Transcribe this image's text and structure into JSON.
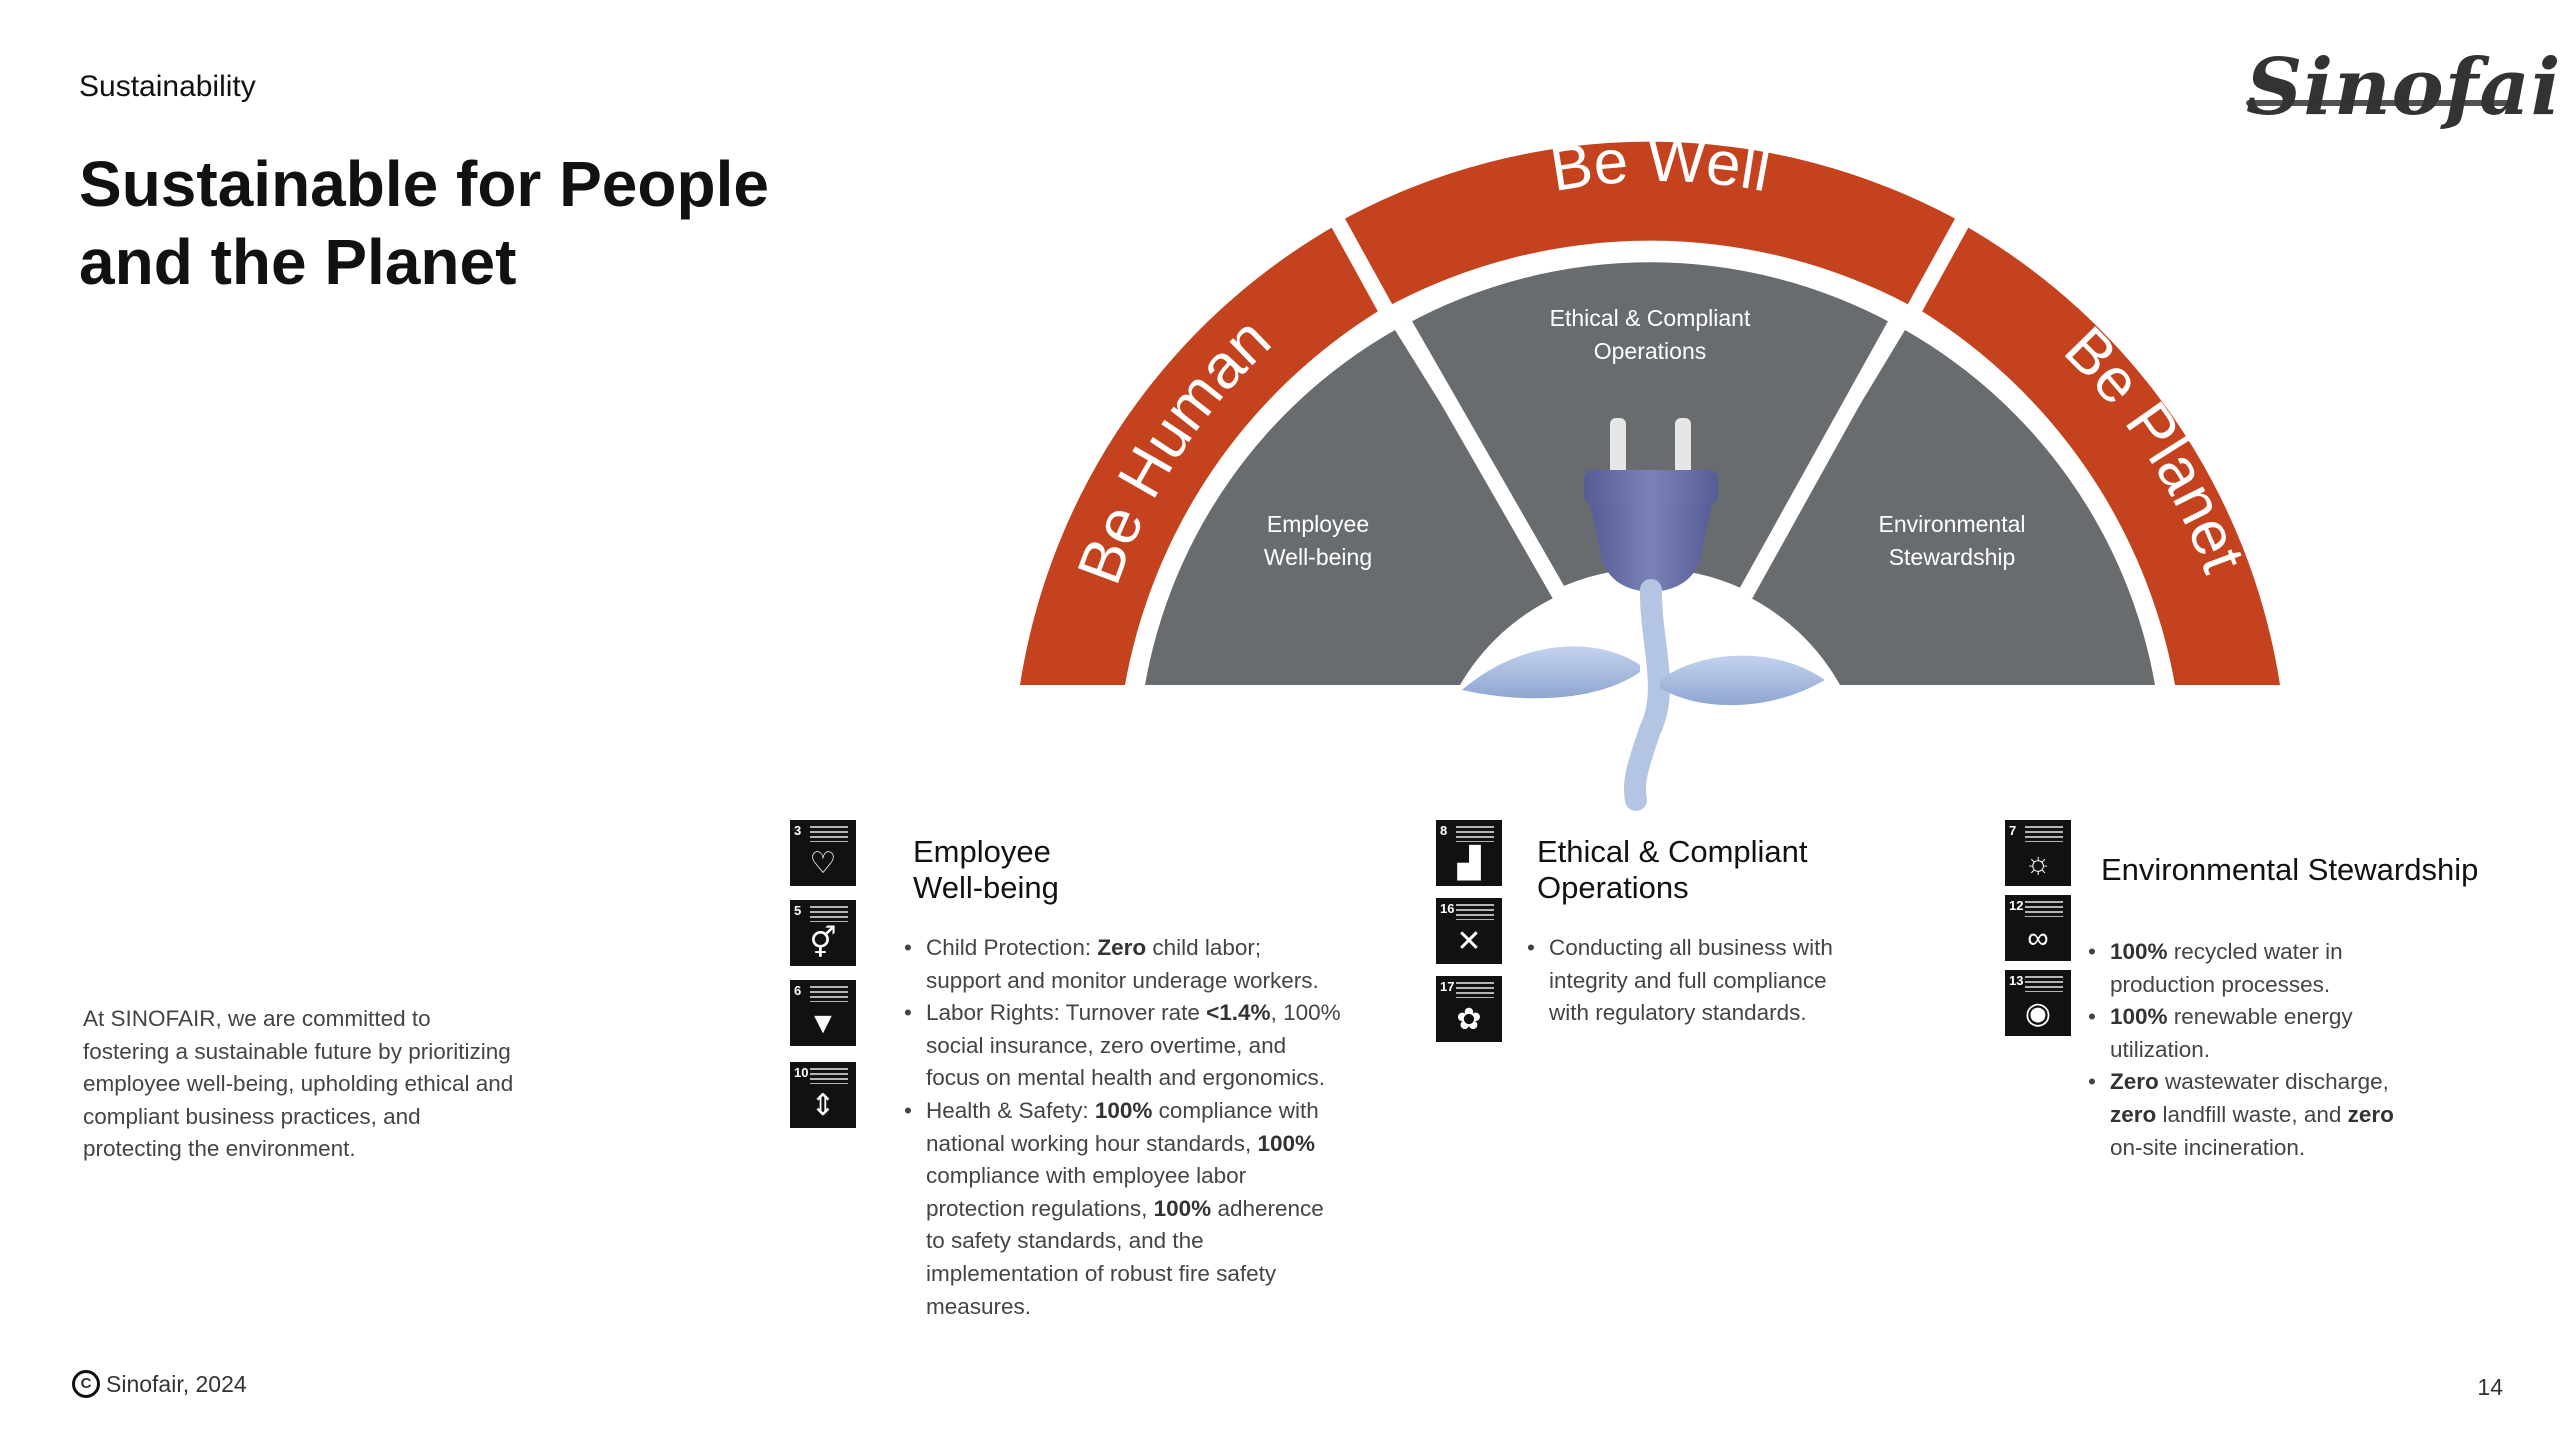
{
  "header": {
    "section": "Sustainability",
    "title_line1": "Sustainable for People",
    "title_line2": "and the Planet",
    "logo_text": "Sinofair"
  },
  "diagram": {
    "outer_labels": [
      "Be Human",
      "Be Well",
      "Be Planet"
    ],
    "inner": {
      "left": [
        "Employee",
        "Well-being"
      ],
      "center": [
        "Ethical & Compliant",
        "Operations"
      ],
      "right": [
        "Environmental",
        "Stewardship"
      ]
    },
    "colors": {
      "outer": "#c4421e",
      "inner": "#696c6f",
      "plug": "#6b72a6",
      "leaf": "#a9bddf"
    }
  },
  "intro": "At SINOFAIR, we are committed to fostering a sustainable future by prioritizing employee well-being, upholding ethical and compliant business practices, and protecting the environment.",
  "columns": [
    {
      "title_line1": "Employee",
      "title_line2": "Well-being",
      "sdg_icons": [
        {
          "num": "3",
          "icon": "heartbeat-icon",
          "glyph": "♡"
        },
        {
          "num": "5",
          "icon": "gender-equality-icon",
          "glyph": "⚥"
        },
        {
          "num": "6",
          "icon": "clean-water-icon",
          "glyph": "▼"
        },
        {
          "num": "10",
          "icon": "reduced-inequalities-icon",
          "glyph": "⇕"
        }
      ],
      "bullets": [
        [
          {
            "t": "Child Protection: "
          },
          {
            "t": "Zero",
            "b": true
          },
          {
            "t": " child labor; support and monitor underage workers."
          }
        ],
        [
          {
            "t": "Labor Rights: Turnover rate "
          },
          {
            "t": "<1.4%",
            "b": true
          },
          {
            "t": ", 100% social insurance, zero overtime, and focus on mental health and ergonomics."
          }
        ],
        [
          {
            "t": "Health & Safety: "
          },
          {
            "t": "100%",
            "b": true
          },
          {
            "t": " compliance with national working hour standards, "
          },
          {
            "t": "100%",
            "b": true
          },
          {
            "t": " compliance with employee labor protection regulations, "
          },
          {
            "t": "100%",
            "b": true
          },
          {
            "t": " adherence to safety standards, and the implementation of robust fire safety measures."
          }
        ]
      ]
    },
    {
      "title_line1": "Ethical & Compliant",
      "title_line2": "Operations",
      "sdg_icons": [
        {
          "num": "8",
          "icon": "economic-growth-icon",
          "glyph": "▟"
        },
        {
          "num": "16",
          "icon": "peace-justice-icon",
          "glyph": "✕"
        },
        {
          "num": "17",
          "icon": "partnerships-icon",
          "glyph": "✿"
        }
      ],
      "bullets": [
        [
          {
            "t": "Conducting all business with integrity and full compliance with regulatory standards."
          }
        ]
      ]
    },
    {
      "title_line1": "Environmental Stewardship",
      "title_line2": "",
      "sdg_icons": [
        {
          "num": "7",
          "icon": "clean-energy-icon",
          "glyph": "☼"
        },
        {
          "num": "12",
          "icon": "responsible-consumption-icon",
          "glyph": "∞"
        },
        {
          "num": "13",
          "icon": "climate-action-icon",
          "glyph": "◉"
        }
      ],
      "bullets": [
        [
          {
            "t": "100%",
            "b": true
          },
          {
            "t": " recycled water in production processes."
          }
        ],
        [
          {
            "t": "100%",
            "b": true
          },
          {
            "t": " renewable energy utilization."
          }
        ],
        [
          {
            "t": "Zero",
            "b": true
          },
          {
            "t": " wastewater discharge, "
          },
          {
            "t": "zero",
            "b": true
          },
          {
            "t": " landfill waste, and "
          },
          {
            "t": "zero",
            "b": true
          },
          {
            "t": " on-site incineration."
          }
        ]
      ]
    }
  ],
  "footer": {
    "copyright_symbol": "C",
    "copyright": "Sinofair, 2024",
    "page_number": "14"
  }
}
